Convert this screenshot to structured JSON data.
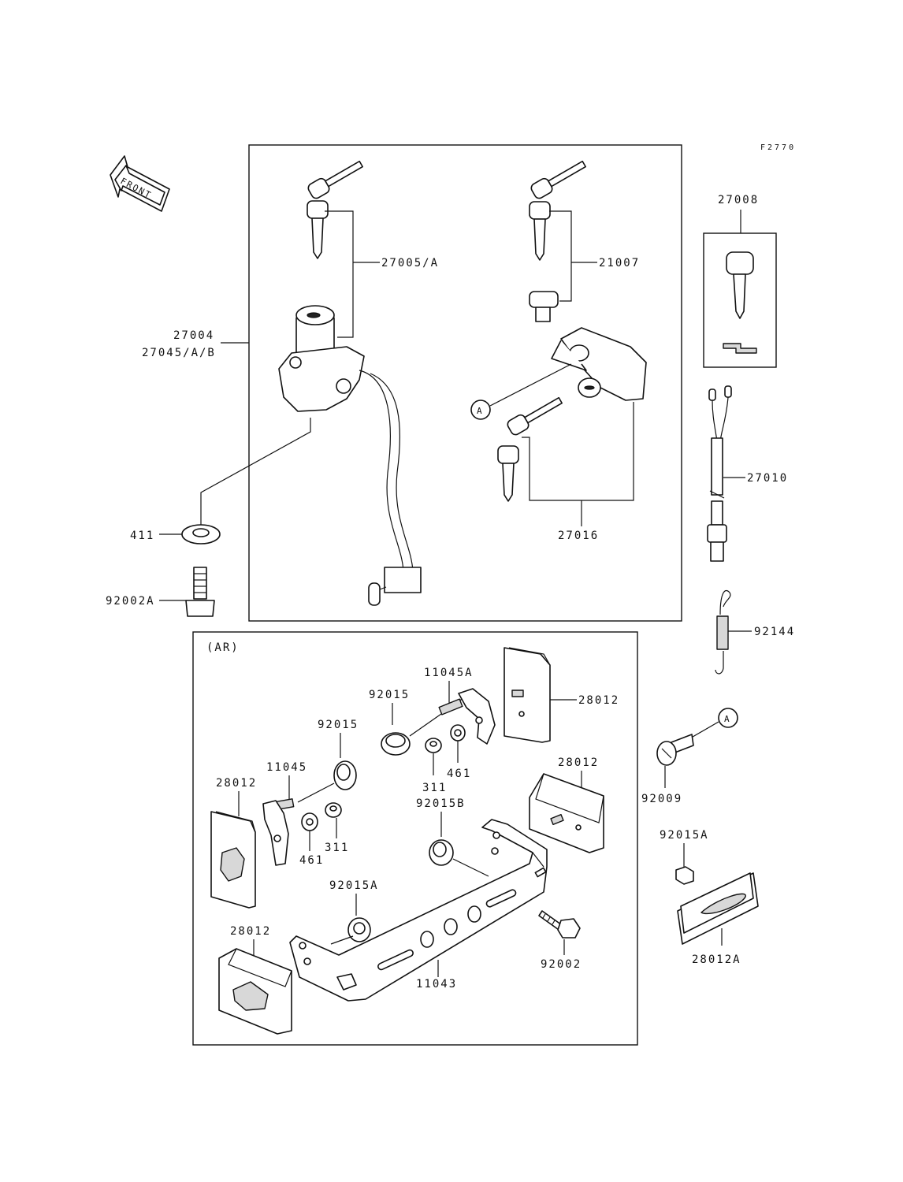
{
  "figure_code": "F2770",
  "front_arrow_label": "FRONT",
  "ar_label": "(AR)",
  "ref_marker": "A",
  "parts": {
    "p27004": "27004",
    "p27045": "27045/A/B",
    "p27005": "27005/A",
    "p21007": "21007",
    "p27016": "27016",
    "p27008": "27008",
    "p27010": "27010",
    "p411": "411",
    "p92002A": "92002A",
    "p92144": "92144",
    "p92009": "92009",
    "p92015A_right": "92015A",
    "p28012A": "28012A",
    "p11045A": "11045A",
    "p92015_a": "92015",
    "p92015_b": "92015",
    "p28012_top": "28012",
    "p311_a": "311",
    "p461_a": "461",
    "p11045": "11045",
    "p28012_left": "28012",
    "p92015B": "92015B",
    "p28012_mid": "28012",
    "p461_b": "461",
    "p311_b": "311",
    "p92015A_in": "92015A",
    "p28012_bottom": "28012",
    "p11043": "11043",
    "p92002": "92002"
  }
}
